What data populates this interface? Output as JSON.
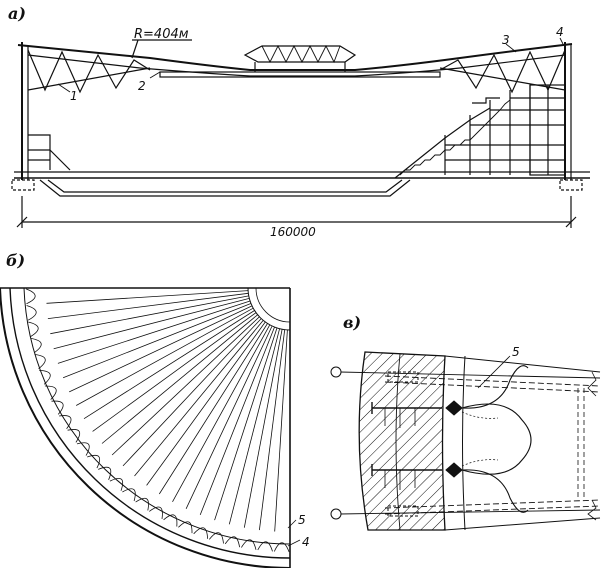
{
  "panels": {
    "a": "а)",
    "b": "б)",
    "v": "в)"
  },
  "section_a": {
    "radius_label": "R=404м",
    "span_label": "160000",
    "callouts": [
      "1",
      "2",
      "3",
      "4"
    ]
  },
  "plan_b": {
    "callouts": [
      "5",
      "4"
    ]
  },
  "detail_v": {
    "callouts": [
      "5"
    ]
  },
  "colors": {
    "ink": "#111111",
    "paper": "#ffffff"
  }
}
